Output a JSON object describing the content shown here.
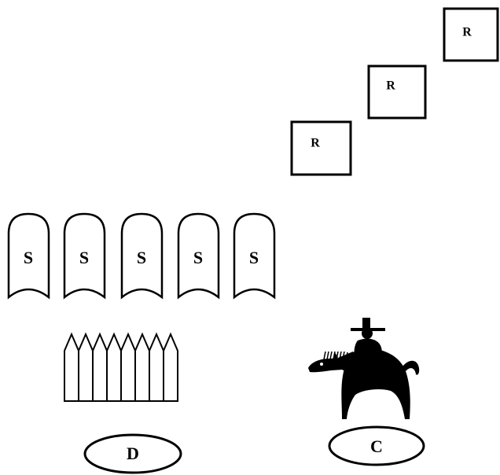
{
  "boxes": [
    {
      "label": "R"
    },
    {
      "label": "R"
    },
    {
      "label": "R"
    }
  ],
  "tiles": [
    {
      "label": "S"
    },
    {
      "label": "S"
    },
    {
      "label": "S"
    },
    {
      "label": "S"
    },
    {
      "label": "S"
    }
  ],
  "fence_ellipse": {
    "label": "D"
  },
  "rider_ellipse": {
    "label": "C"
  },
  "colors": {
    "stroke": "#000000",
    "fill": "#ffffff",
    "figure": "#000000"
  }
}
